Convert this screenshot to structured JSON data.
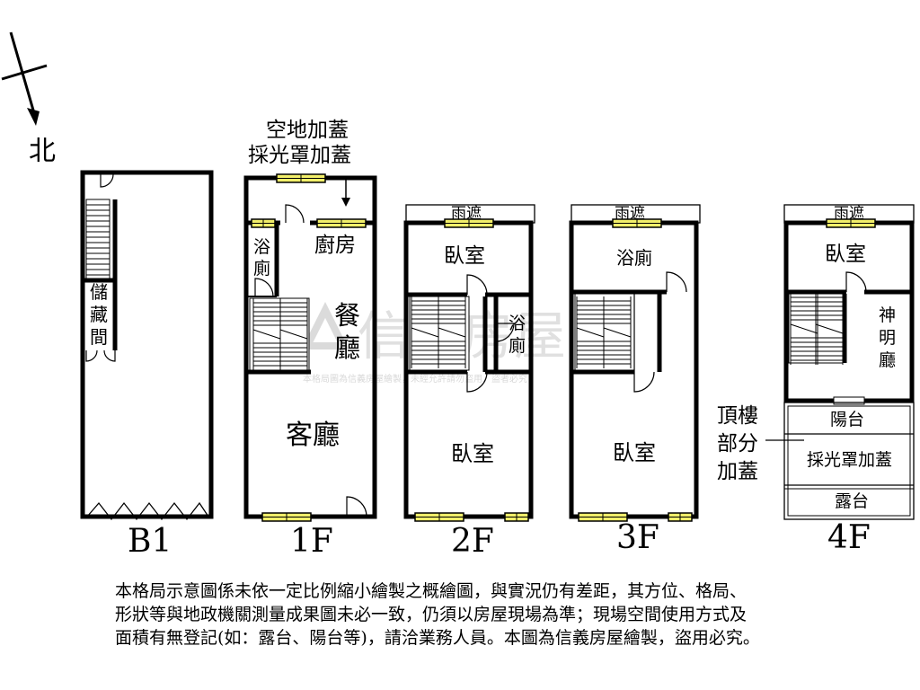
{
  "compass": {
    "north_label": "北"
  },
  "watermark": {
    "brand": "信義房屋",
    "caption": "本格局圖為信義房屋繪製，未經允許請勿盜用，盜者必究"
  },
  "floors": {
    "b1": {
      "label": "B1",
      "rooms": {
        "storage": [
          "儲",
          "藏",
          "間"
        ]
      }
    },
    "f1": {
      "label": "1F",
      "annotations": {
        "line1": "空地加蓋",
        "line2": "採光罩加蓋"
      },
      "rooms": {
        "bath": [
          "浴",
          "廁"
        ],
        "kitchen": "廚房",
        "dining": [
          "餐",
          "廳"
        ],
        "living": "客廳"
      }
    },
    "f2": {
      "label": "2F",
      "rooms": {
        "canopy": "雨遮",
        "bedroom_top": "臥室",
        "bath": [
          "浴",
          "廁"
        ],
        "bedroom_bottom": "臥室"
      }
    },
    "f3": {
      "label": "3F",
      "rooms": {
        "canopy": "雨遮",
        "bath": "浴廁",
        "bedroom": "臥室"
      }
    },
    "f4": {
      "label": "4F",
      "rooms": {
        "canopy": "雨遮",
        "bedroom": "臥室",
        "shrine": [
          "神",
          "明",
          "廳"
        ],
        "balcony": "陽台",
        "skylight": "採光罩加蓋",
        "terrace": "露台"
      },
      "side_note": [
        "頂樓",
        "部分",
        "加蓋"
      ]
    }
  },
  "disclaimer": [
    "本格局示意圖係未依一定比例縮小繪製之概繪圖，與實況仍有差距，其方位、格局、",
    "形狀等與地政機關測量成果圖未必一致，仍須以房屋現場為準；現場空間使用方式及",
    "面積有無登記(如：露台、陽台等)，請洽業務人員。本圖為信義房屋繪製，盜用必究。"
  ],
  "colors": {
    "wall": "#000000",
    "window": "#f2ef6a",
    "watermark": "#c8c8c8"
  }
}
